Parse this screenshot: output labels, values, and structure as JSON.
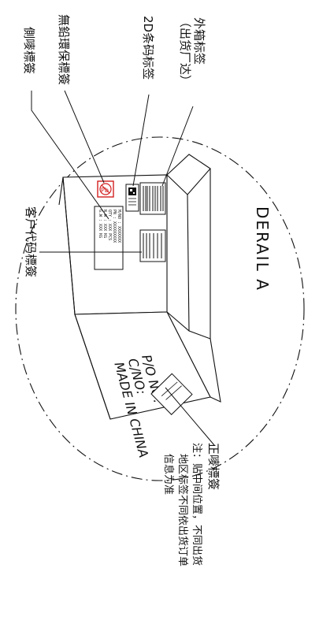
{
  "title": "DERAIL A",
  "labels": {
    "outer_box_label": "外箱标签",
    "outer_box_note": "（出货厂达）",
    "barcode_2d_label": "2D条码标签",
    "lead_free_label": "無鉛環保標簽",
    "side_label": "側嘜標簽",
    "customer_code_label": "客户代码標簽",
    "front_label": "正嘜標簽"
  },
  "note": {
    "line1": "注：贴中间位置，不同出货",
    "line2": "地区标签不同依出货订单",
    "line3": "信息为准"
  },
  "box_text": {
    "po": "P/O NO:",
    "cno": "C/NO:",
    "made": "MADE IN CHINA"
  },
  "side_sticker": {
    "line1": "M/NO : XXXXXXX",
    "line2": "PN : XXXXXXXXX",
    "line3": "QTY : XXX PCS",
    "line4": "N.W : XXX KG",
    "line5": "G.W : XXX KG"
  },
  "lead_free_icon_text": "Pb",
  "colors": {
    "line": "#111111",
    "accent_red": "#d22020"
  },
  "icons": [
    "lead-free-icon",
    "barcode-icon"
  ]
}
